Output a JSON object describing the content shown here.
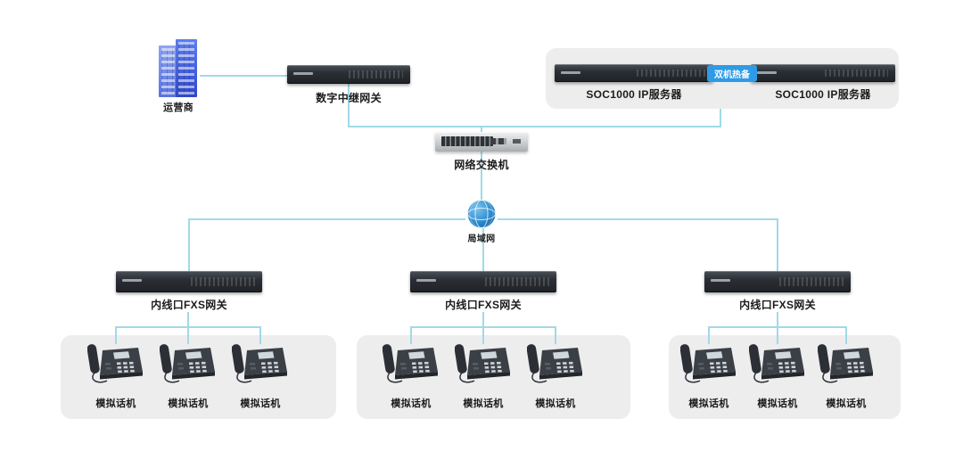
{
  "colors": {
    "line": "#a2d9e7",
    "standby_badge_bg": "#2e9be6",
    "group_box_bg": "#ededed"
  },
  "carrier": {
    "label": "运营商"
  },
  "trunk_gateway": {
    "label": "数字中继网关"
  },
  "server_group": {
    "standby_label": "双机热备",
    "servers": [
      {
        "label": "SOC1000 IP服务器"
      },
      {
        "label": "SOC1000 IP服务器"
      }
    ]
  },
  "switch": {
    "label": "网络交换机"
  },
  "lan": {
    "label": "局域网"
  },
  "fxs_gateways": [
    {
      "label": "内线口FXS网关"
    },
    {
      "label": "内线口FXS网关"
    },
    {
      "label": "内线口FXS网关"
    }
  ],
  "phone_groups": [
    {
      "phones": [
        {
          "label": "模拟话机"
        },
        {
          "label": "模拟话机"
        },
        {
          "label": "模拟话机"
        }
      ]
    },
    {
      "phones": [
        {
          "label": "模拟话机"
        },
        {
          "label": "模拟话机"
        },
        {
          "label": "模拟话机"
        }
      ]
    },
    {
      "phones": [
        {
          "label": "模拟话机"
        },
        {
          "label": "模拟话机"
        },
        {
          "label": "模拟话机"
        }
      ]
    }
  ]
}
